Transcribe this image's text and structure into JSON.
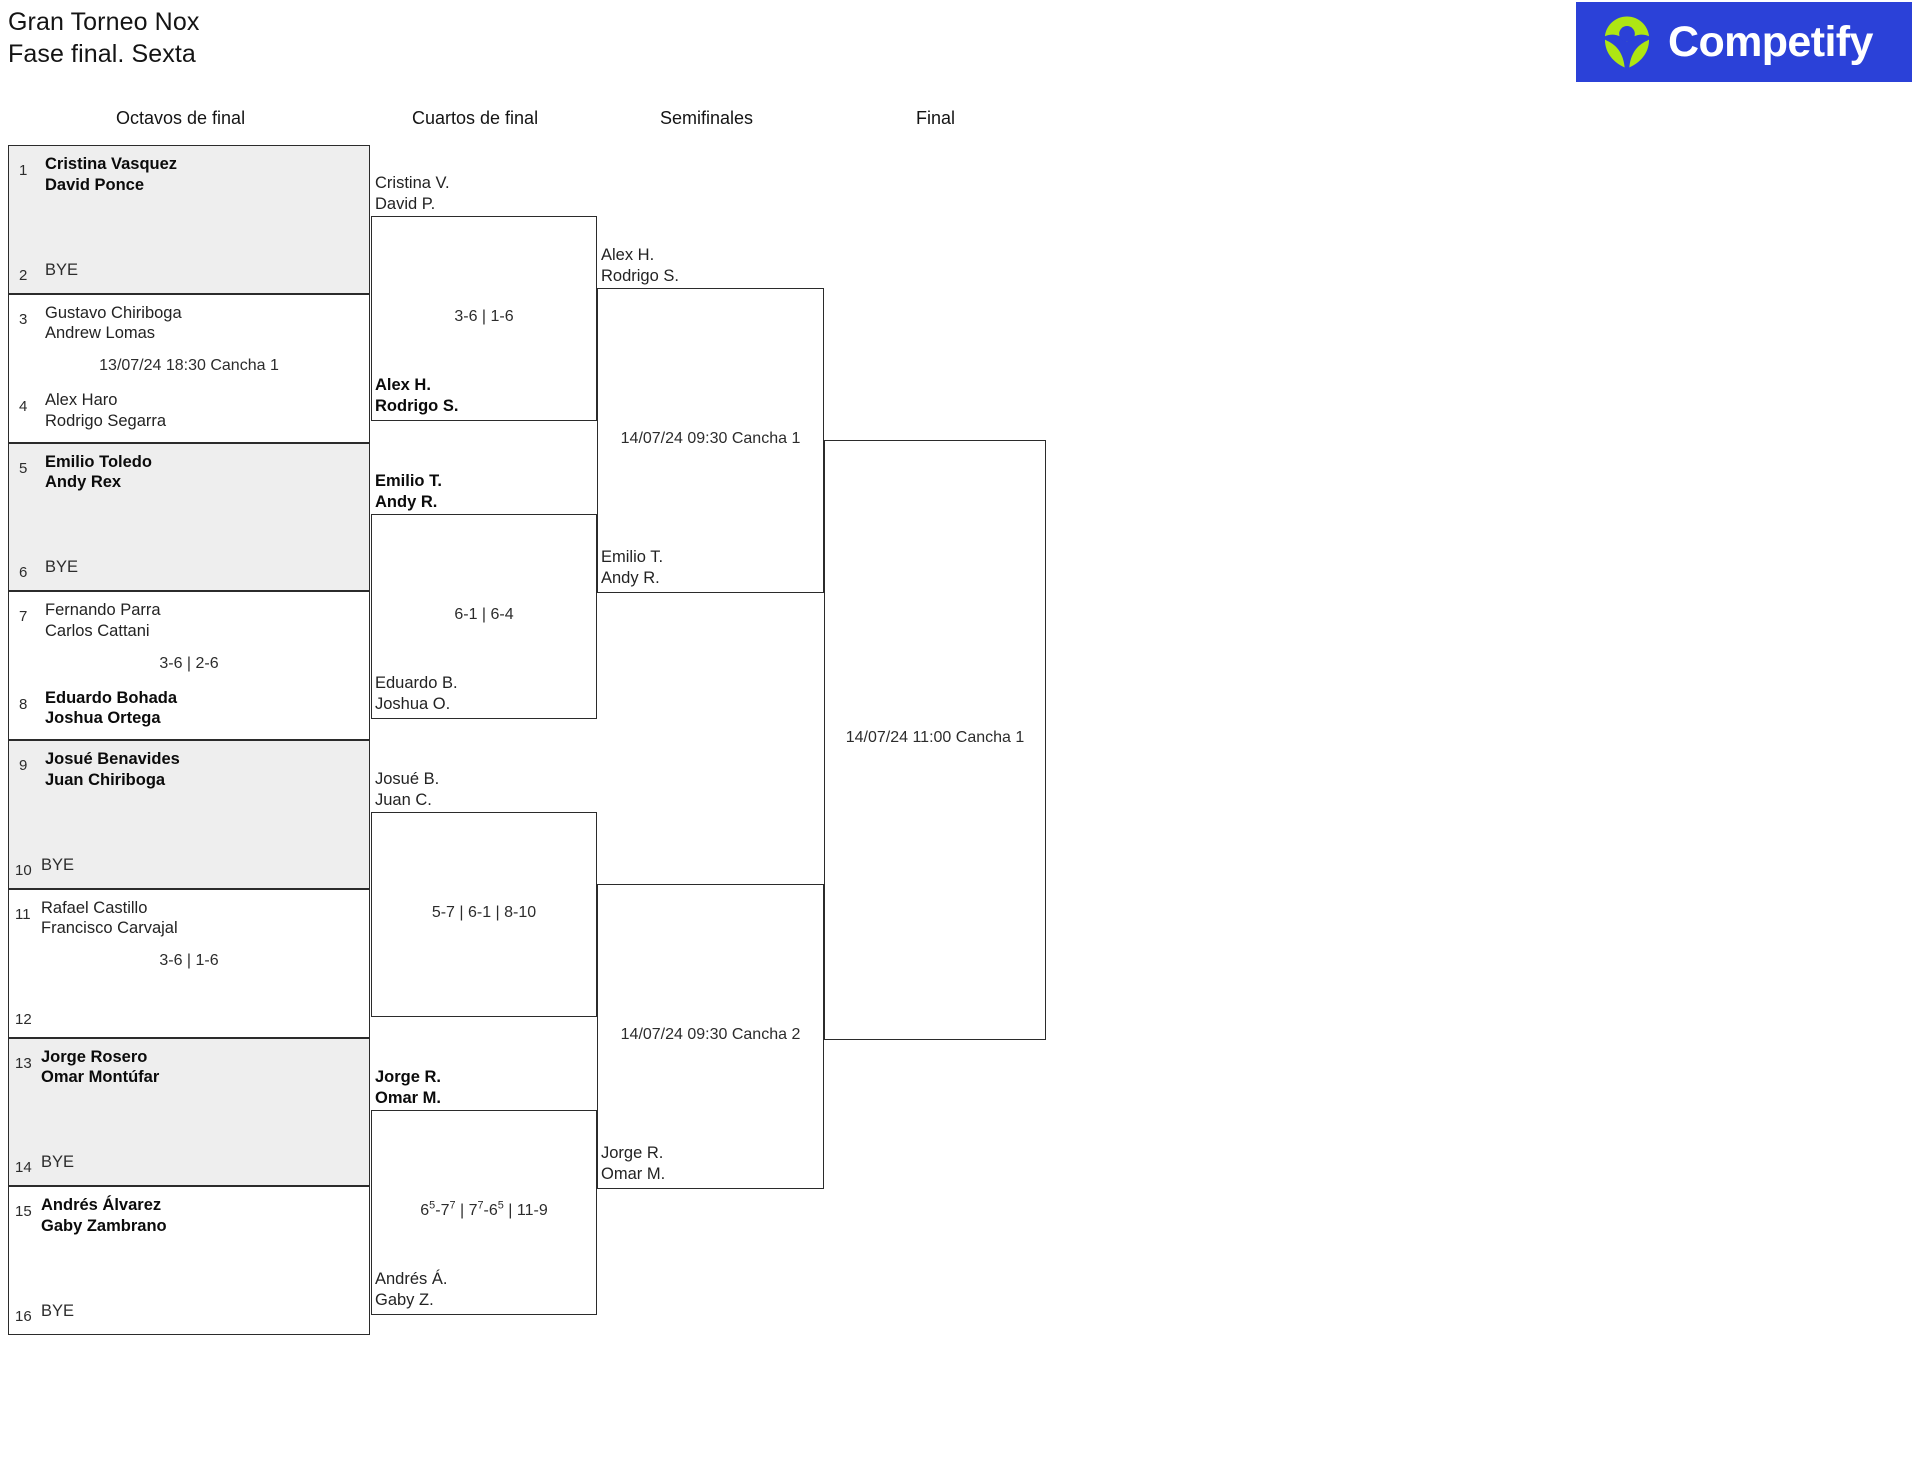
{
  "header": {
    "title_line1": "Gran Torneo Nox",
    "title_line2": "Fase final. Sexta",
    "brand_name": "Competify",
    "brand_bg_color": "#2b41d8",
    "brand_mark_color": "#aee613",
    "brand_text_color": "#ffffff"
  },
  "rounds": [
    {
      "key": "r16",
      "label": "Octavos de final"
    },
    {
      "key": "qf",
      "label": "Cuartos de final"
    },
    {
      "key": "sf",
      "label": "Semifinales"
    },
    {
      "key": "f",
      "label": "Final"
    }
  ],
  "colors": {
    "box_border": "#2b2b2b",
    "shaded_row_bg": "#eeeeee",
    "page_bg": "#ffffff",
    "text": "#232323"
  },
  "round_of_16": [
    {
      "shaded": true,
      "meta": "",
      "top": {
        "seed": "1",
        "line1": "Cristina Vasquez",
        "line2": "David Ponce",
        "winner": true,
        "bye": false
      },
      "bottom": {
        "seed": "2",
        "line1": "BYE",
        "line2": "",
        "winner": false,
        "bye": true
      }
    },
    {
      "shaded": false,
      "meta": "13/07/24 18:30 Cancha 1",
      "top": {
        "seed": "3",
        "line1": "Gustavo Chiriboga",
        "line2": "Andrew Lomas",
        "winner": false,
        "bye": false
      },
      "bottom": {
        "seed": "4",
        "line1": "Alex Haro",
        "line2": "Rodrigo Segarra",
        "winner": false,
        "bye": false
      }
    },
    {
      "shaded": true,
      "meta": "",
      "top": {
        "seed": "5",
        "line1": "Emilio Toledo",
        "line2": "Andy Rex",
        "winner": true,
        "bye": false
      },
      "bottom": {
        "seed": "6",
        "line1": "BYE",
        "line2": "",
        "winner": false,
        "bye": true
      }
    },
    {
      "shaded": false,
      "meta": "3-6 | 2-6",
      "top": {
        "seed": "7",
        "line1": "Fernando Parra",
        "line2": "Carlos Cattani",
        "winner": false,
        "bye": false
      },
      "bottom": {
        "seed": "8",
        "line1": "Eduardo Bohada",
        "line2": "Joshua Ortega",
        "winner": true,
        "bye": false
      }
    },
    {
      "shaded": true,
      "meta": "",
      "top": {
        "seed": "9",
        "line1": "Josué Benavides",
        "line2": "Juan Chiriboga",
        "winner": true,
        "bye": false
      },
      "bottom": {
        "seed": "10",
        "line1": "BYE",
        "line2": "",
        "winner": false,
        "bye": true
      }
    },
    {
      "shaded": false,
      "meta": "3-6 | 1-6",
      "top": {
        "seed": "11",
        "line1": "Rafael Castillo",
        "line2": "Francisco Carvajal",
        "winner": false,
        "bye": false
      },
      "bottom": {
        "seed": "12",
        "line1": "",
        "line2": "",
        "winner": false,
        "bye": false
      }
    },
    {
      "shaded": true,
      "meta": "",
      "top": {
        "seed": "13",
        "line1": "Jorge Rosero",
        "line2": "Omar Montúfar",
        "winner": true,
        "bye": false
      },
      "bottom": {
        "seed": "14",
        "line1": "BYE",
        "line2": "",
        "winner": false,
        "bye": true
      }
    },
    {
      "shaded": false,
      "meta": "",
      "top": {
        "seed": "15",
        "line1": "Andrés Álvarez",
        "line2": "Gaby Zambrano",
        "winner": true,
        "bye": false
      },
      "bottom": {
        "seed": "16",
        "line1": "BYE",
        "line2": "",
        "winner": false,
        "bye": true
      }
    }
  ],
  "quarterfinals": [
    {
      "meta": "3-6 | 1-6",
      "top": {
        "line1": "Cristina V.",
        "line2": "David P.",
        "winner": false
      },
      "bottom": {
        "line1": "Alex H.",
        "line2": "Rodrigo S.",
        "winner": true
      }
    },
    {
      "meta": "6-1 | 6-4",
      "top": {
        "line1": "Emilio T.",
        "line2": "Andy R.",
        "winner": true
      },
      "bottom": {
        "line1": "Eduardo B.",
        "line2": "Joshua O.",
        "winner": false
      }
    },
    {
      "meta": "5-7 | 6-1 | 8-10",
      "top": {
        "line1": "Josué B.",
        "line2": "Juan C.",
        "winner": false
      },
      "bottom": {
        "line1": "",
        "line2": "",
        "winner": false
      }
    },
    {
      "meta": "6<sup>5</sup>-7<sup>7</sup> | 7<sup>7</sup>-6<sup>5</sup> | 11-9",
      "meta_is_html": true,
      "top": {
        "line1": "Jorge R.",
        "line2": "Omar M.",
        "winner": true
      },
      "bottom": {
        "line1": "Andrés Á.",
        "line2": "Gaby Z.",
        "winner": false
      }
    }
  ],
  "semifinals": [
    {
      "meta": "14/07/24 09:30 Cancha 1",
      "top": {
        "line1": "Alex H.",
        "line2": "Rodrigo S.",
        "winner": false
      },
      "bottom": {
        "line1": "Emilio T.",
        "line2": "Andy R.",
        "winner": false
      }
    },
    {
      "meta": "14/07/24 09:30 Cancha 2",
      "top": {
        "line1": "",
        "line2": "",
        "winner": false
      },
      "bottom": {
        "line1": "Jorge R.",
        "line2": "Omar M.",
        "winner": false
      }
    }
  ],
  "final": {
    "meta": "14/07/24 11:00 Cancha 1",
    "top": {
      "line1": "",
      "line2": "",
      "winner": false
    },
    "bottom": {
      "line1": "",
      "line2": "",
      "winner": false
    }
  }
}
